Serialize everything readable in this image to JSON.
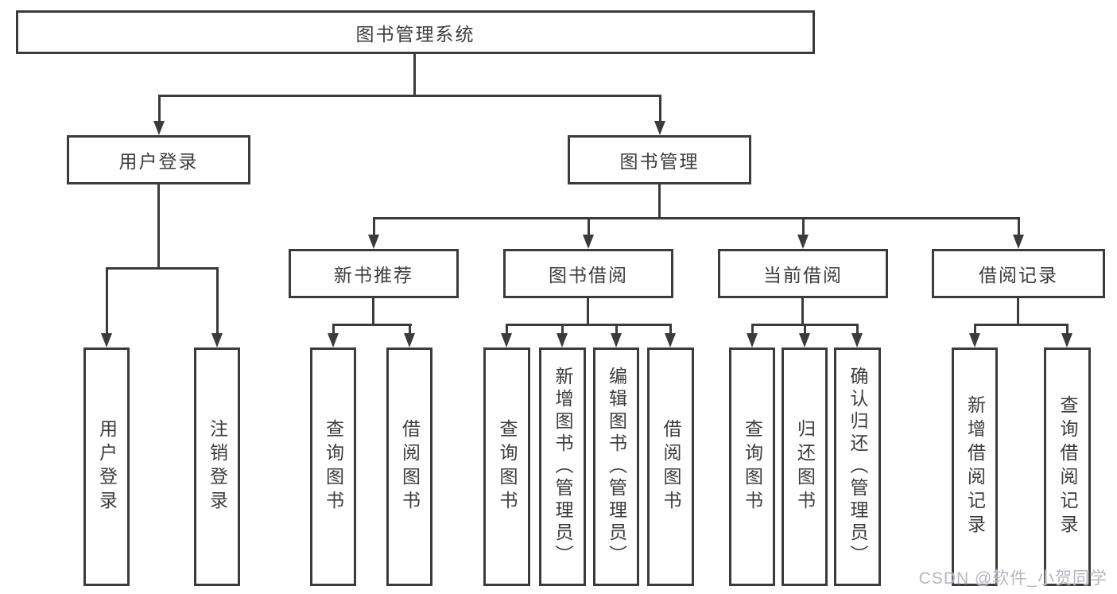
{
  "title": "图书管理系统",
  "tree": {
    "root": {
      "label": "图书管理系统"
    },
    "branches": [
      {
        "label": "用户登录",
        "children": [
          {
            "label": "用户登录"
          },
          {
            "label": "注销登录"
          }
        ]
      },
      {
        "label": "图书管理",
        "children": [
          {
            "label": "新书推荐",
            "children": [
              {
                "label": "查询图书"
              },
              {
                "label": "借阅图书"
              }
            ]
          },
          {
            "label": "图书借阅",
            "children": [
              {
                "label": "查询图书"
              },
              {
                "label": "新增图书（管理员）"
              },
              {
                "label": "编辑图书（管理员）"
              },
              {
                "label": "借阅图书"
              }
            ]
          },
          {
            "label": "当前借阅",
            "children": [
              {
                "label": "查询图书"
              },
              {
                "label": "归还图书"
              },
              {
                "label": "确认归还（管理员）"
              }
            ]
          },
          {
            "label": "借阅记录",
            "children": [
              {
                "label": "新增借阅记录"
              },
              {
                "label": "查询借阅记录"
              }
            ]
          }
        ]
      }
    ]
  },
  "watermark": {
    "text": "CSDN @软件_小贺同学",
    "color": "#b5b7bf"
  },
  "colors": {
    "line": "#3b3b3b",
    "text": "#3c3c3c",
    "background": "#ffffff"
  }
}
